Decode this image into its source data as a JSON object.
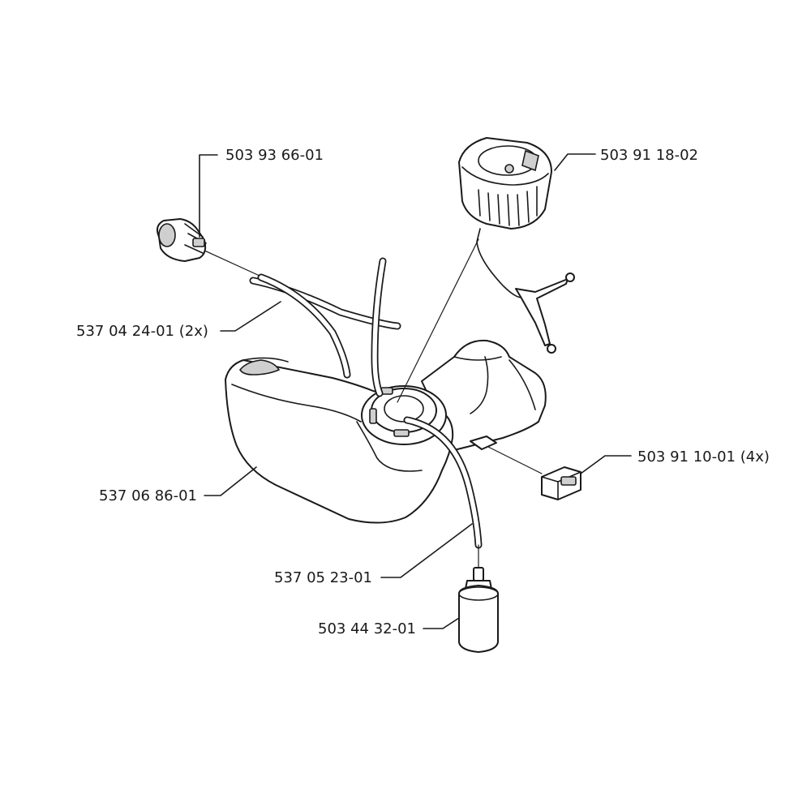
{
  "parts": [
    {
      "id": "primer_bulb",
      "number": "503 93 66-01"
    },
    {
      "id": "fuel_cap",
      "number": "503 91 18-02"
    },
    {
      "id": "fuel_hose_pair",
      "number": "537 04 24-01 (2x)"
    },
    {
      "id": "rubber_mount",
      "number": "503 91 10-01 (4x)"
    },
    {
      "id": "fuel_tank",
      "number": "537 06 86-01"
    },
    {
      "id": "fuel_hose",
      "number": "537 05 23-01"
    },
    {
      "id": "fuel_filter",
      "number": "503 44 32-01"
    }
  ]
}
